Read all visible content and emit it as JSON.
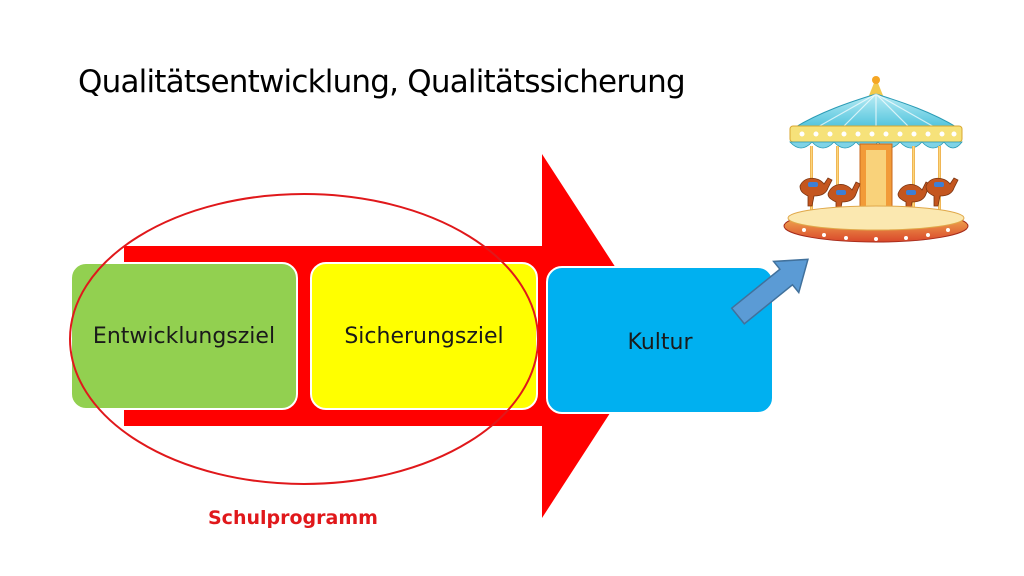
{
  "slide": {
    "title": "Qualitätsentwicklung, Qualitätssicherung"
  },
  "diagram": {
    "boxes": [
      {
        "label": "Entwicklungsziel",
        "color": "#92d050"
      },
      {
        "label": "Sicherungsziel",
        "color": "#ffff00"
      },
      {
        "label": "Kultur",
        "color": "#00b0f0"
      }
    ],
    "ellipse_label": "Schulprogramm",
    "colors": {
      "arrow": "#ff0000",
      "ellipse": "#e0181b",
      "pointer_arrow": "#5b9bd5"
    }
  },
  "images": {
    "carousel": "carousel-illustration"
  }
}
